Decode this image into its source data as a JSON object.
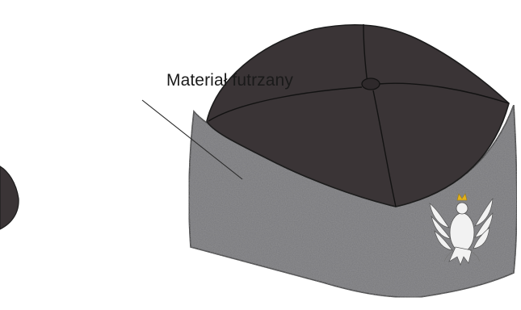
{
  "illustration": {
    "subject": "fur-hat",
    "crown_color": "#3a3436",
    "band_color": "#77777a",
    "outline_color": "#1c1c1c",
    "emblem_icon": "white-eagle-emblem-icon",
    "emblem_color": "#f2f2f2",
    "crown_accent_color": "#e4b21c"
  },
  "callouts": [
    {
      "id": "fur-material",
      "label": "Materiał futrzany"
    }
  ]
}
